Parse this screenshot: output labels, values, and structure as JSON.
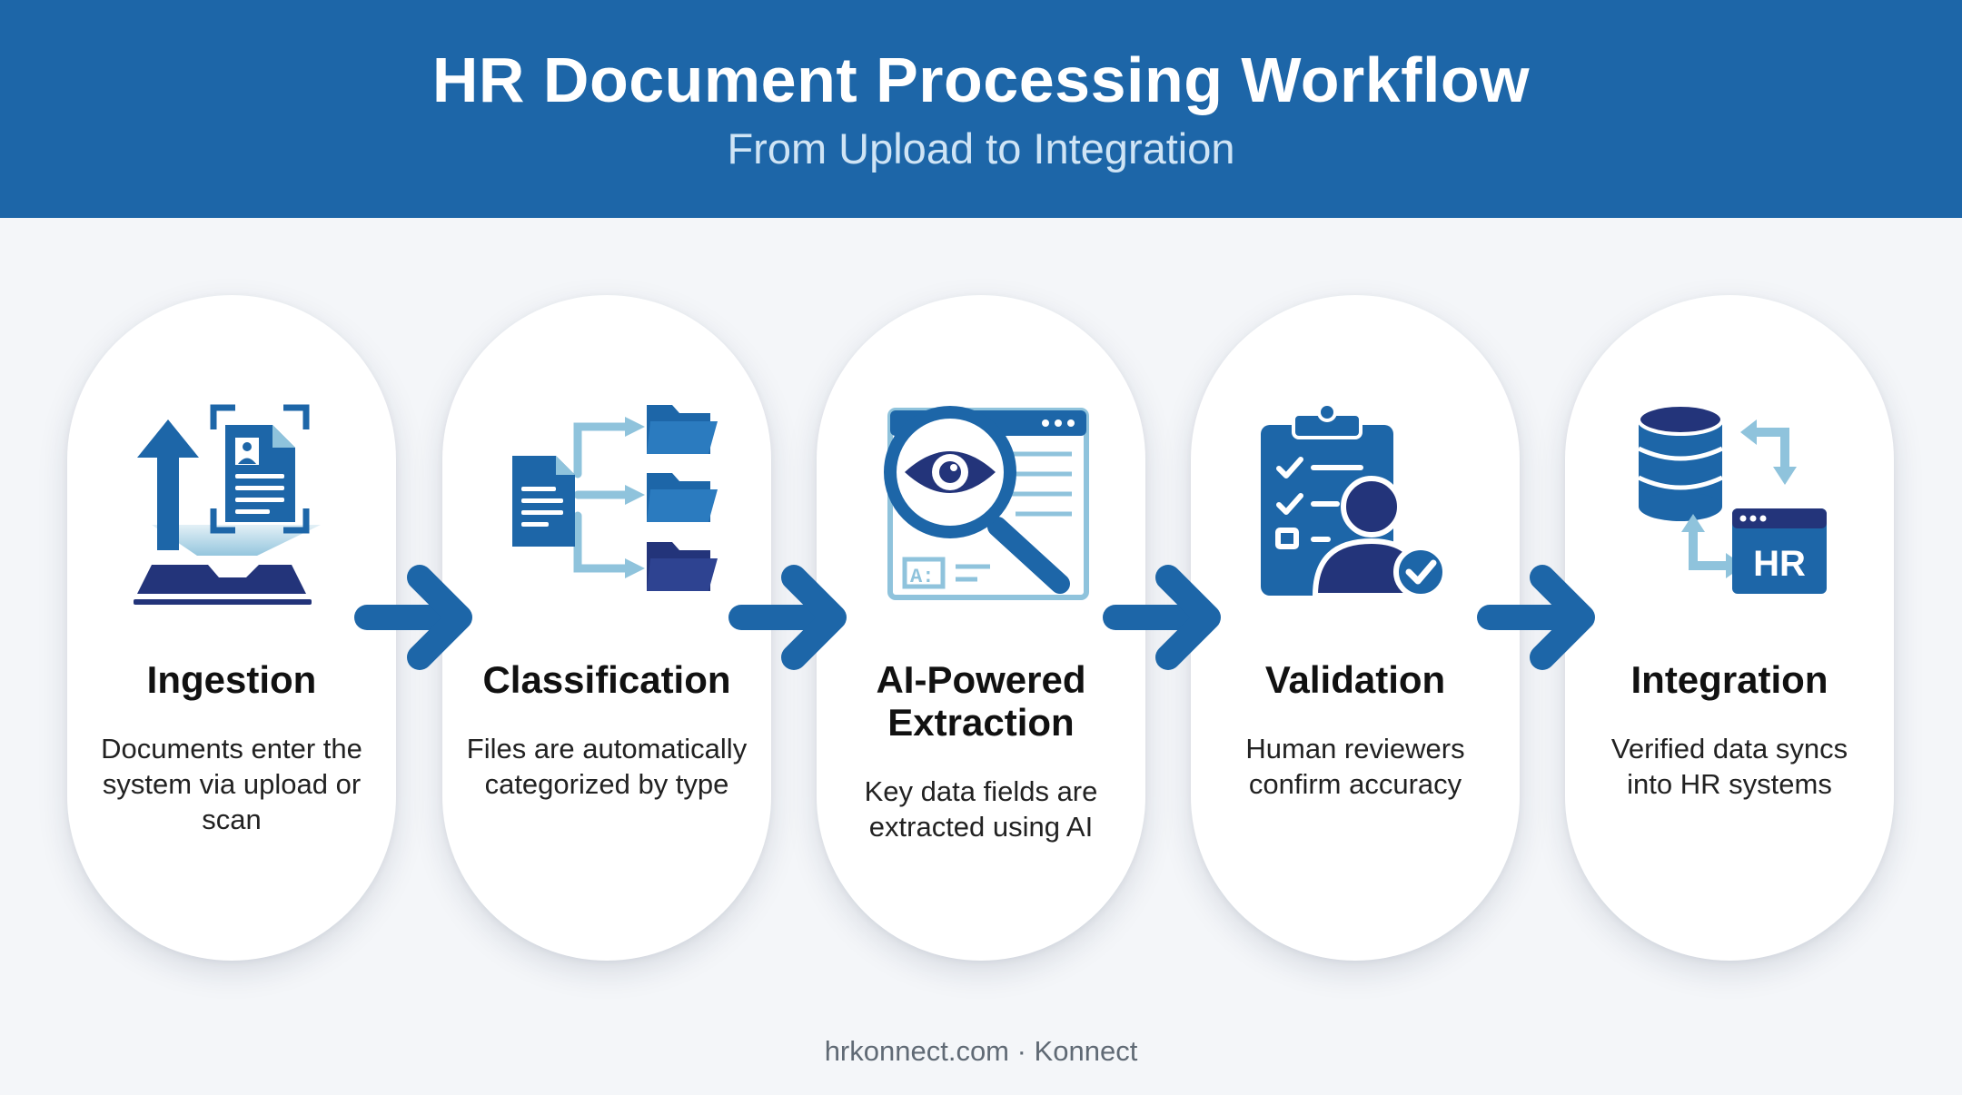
{
  "header": {
    "title": "HR Document Processing Workflow",
    "subtitle": "From Upload to Integration"
  },
  "steps": [
    {
      "title": "Ingestion",
      "description": "Documents enter the system via upload or scan",
      "icon": "upload-document-scan-icon"
    },
    {
      "title": "Classification",
      "description": "Files are automatically categorized by type",
      "icon": "document-sort-folders-icon"
    },
    {
      "title": "AI-Powered Extraction",
      "description": "Key data fields are extracted using AI",
      "icon": "magnifier-eye-document-icon"
    },
    {
      "title": "Validation",
      "description": "Human reviewers confirm accuracy",
      "icon": "clipboard-checklist-reviewer-icon"
    },
    {
      "title": "Integration",
      "description": "Verified data syncs into HR systems",
      "icon": "database-sync-hr-icon",
      "icon_label": "HR"
    }
  ],
  "footer": {
    "text": "hrkonnect.com · Konnect"
  },
  "colors": {
    "header_bg": "#1d66a8",
    "navy": "#23347a",
    "blue": "#1d66a8",
    "light_blue": "#8fc3dc",
    "page_bg": "#f4f6f9"
  }
}
